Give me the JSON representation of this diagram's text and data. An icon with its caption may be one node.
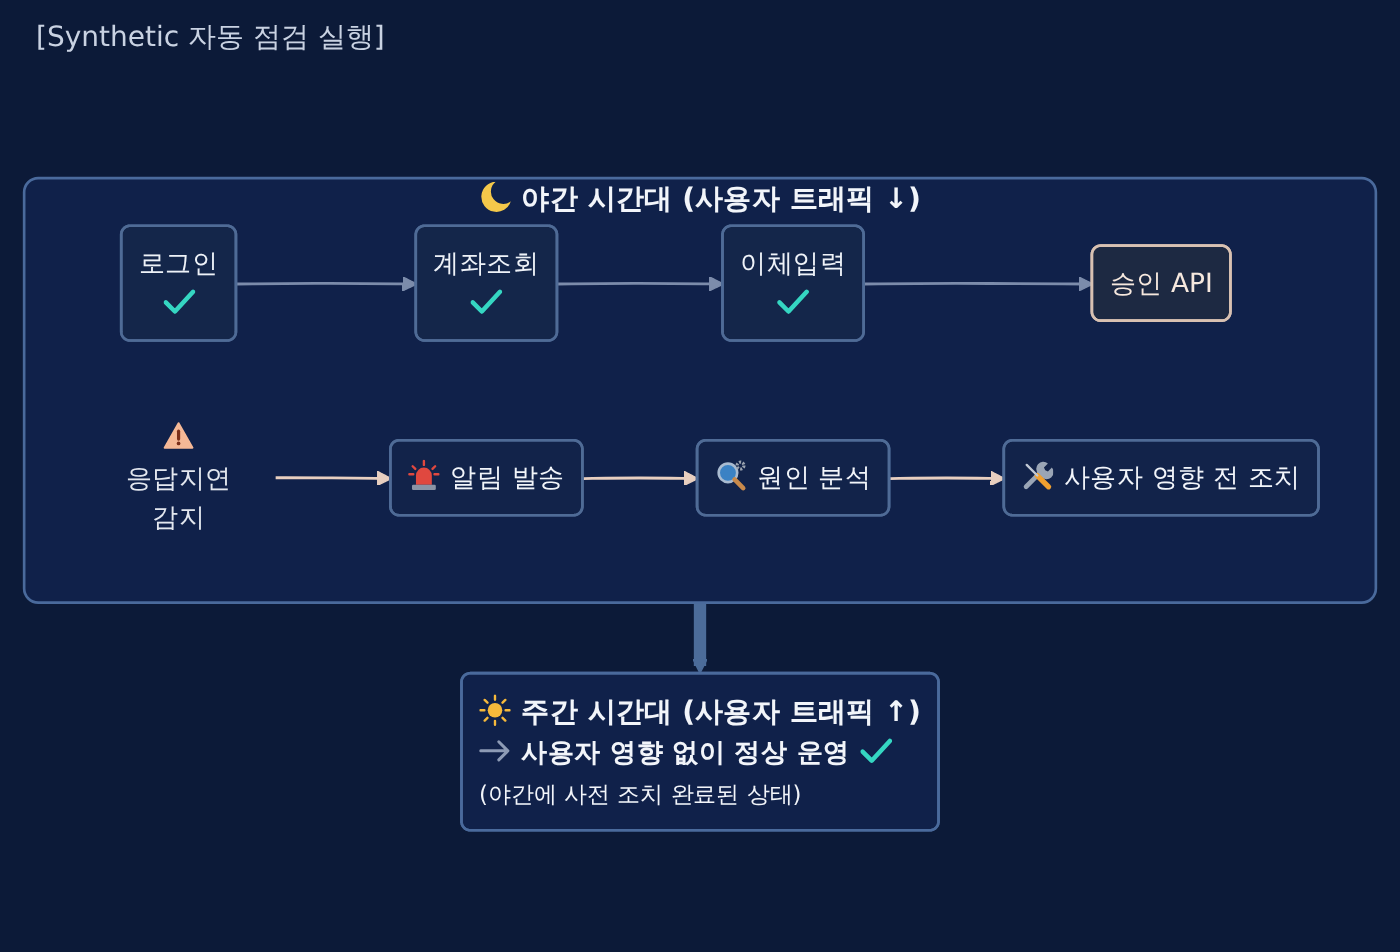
{
  "diagram": {
    "nodes": [
      {
        "text": [
          "야간 시간대 (사용자 트래픽 ↓)"
        ]
      },
      {
        "text": [
          "로그인"
        ],
        "in": 0
      },
      {
        "text": [
          "계좌조회"
        ],
        "in": 0
      },
      {
        "text": [
          "이체입력"
        ],
        "in": 0
      },
      {
        "text": [
          "승인 API"
        ],
        "in": 0
      },
      {
        "text": [
          "응답지연 감지"
        ],
        "in": 0
      },
      {
        "text": [
          "알림 발송"
        ],
        "in": 0
      },
      {
        "text": [
          "원인 분석"
        ],
        "in": 0
      },
      {
        "text": [
          "사용자 영향 전 조치"
        ],
        "in": 0
      },
      {
        "text": [
          "주간 시간대 (사용자 트래픽 ↑)",
          "사용자 영향 없이 정상 운영",
          "(야간에 사전 조치 완료된 상태)"
        ]
      }
    ],
    "edges": [
      {
        "from": 1,
        "to": 2,
        "arrow": "to",
        "color": "#7c8cab"
      },
      {
        "from": 2,
        "to": 3,
        "arrow": "to",
        "color": "#7c8cab"
      },
      {
        "from": 3,
        "to": 4,
        "arrow": "to",
        "color": "#7c8cab"
      },
      {
        "from": 5,
        "to": 6,
        "arrow": "to",
        "color": "#e8cfc0"
      },
      {
        "from": 6,
        "to": 7,
        "arrow": "to",
        "color": "#e8cfc0"
      },
      {
        "from": 7,
        "to": 8,
        "arrow": "to",
        "color": "#e8cfc0"
      },
      {
        "from": 0,
        "to": 9,
        "arrow": "to",
        "style": "thick",
        "color": "#4c6c9a"
      }
    ],
    "labels": [
      "[Synthetic 자동 점검 실행]"
    ]
  }
}
